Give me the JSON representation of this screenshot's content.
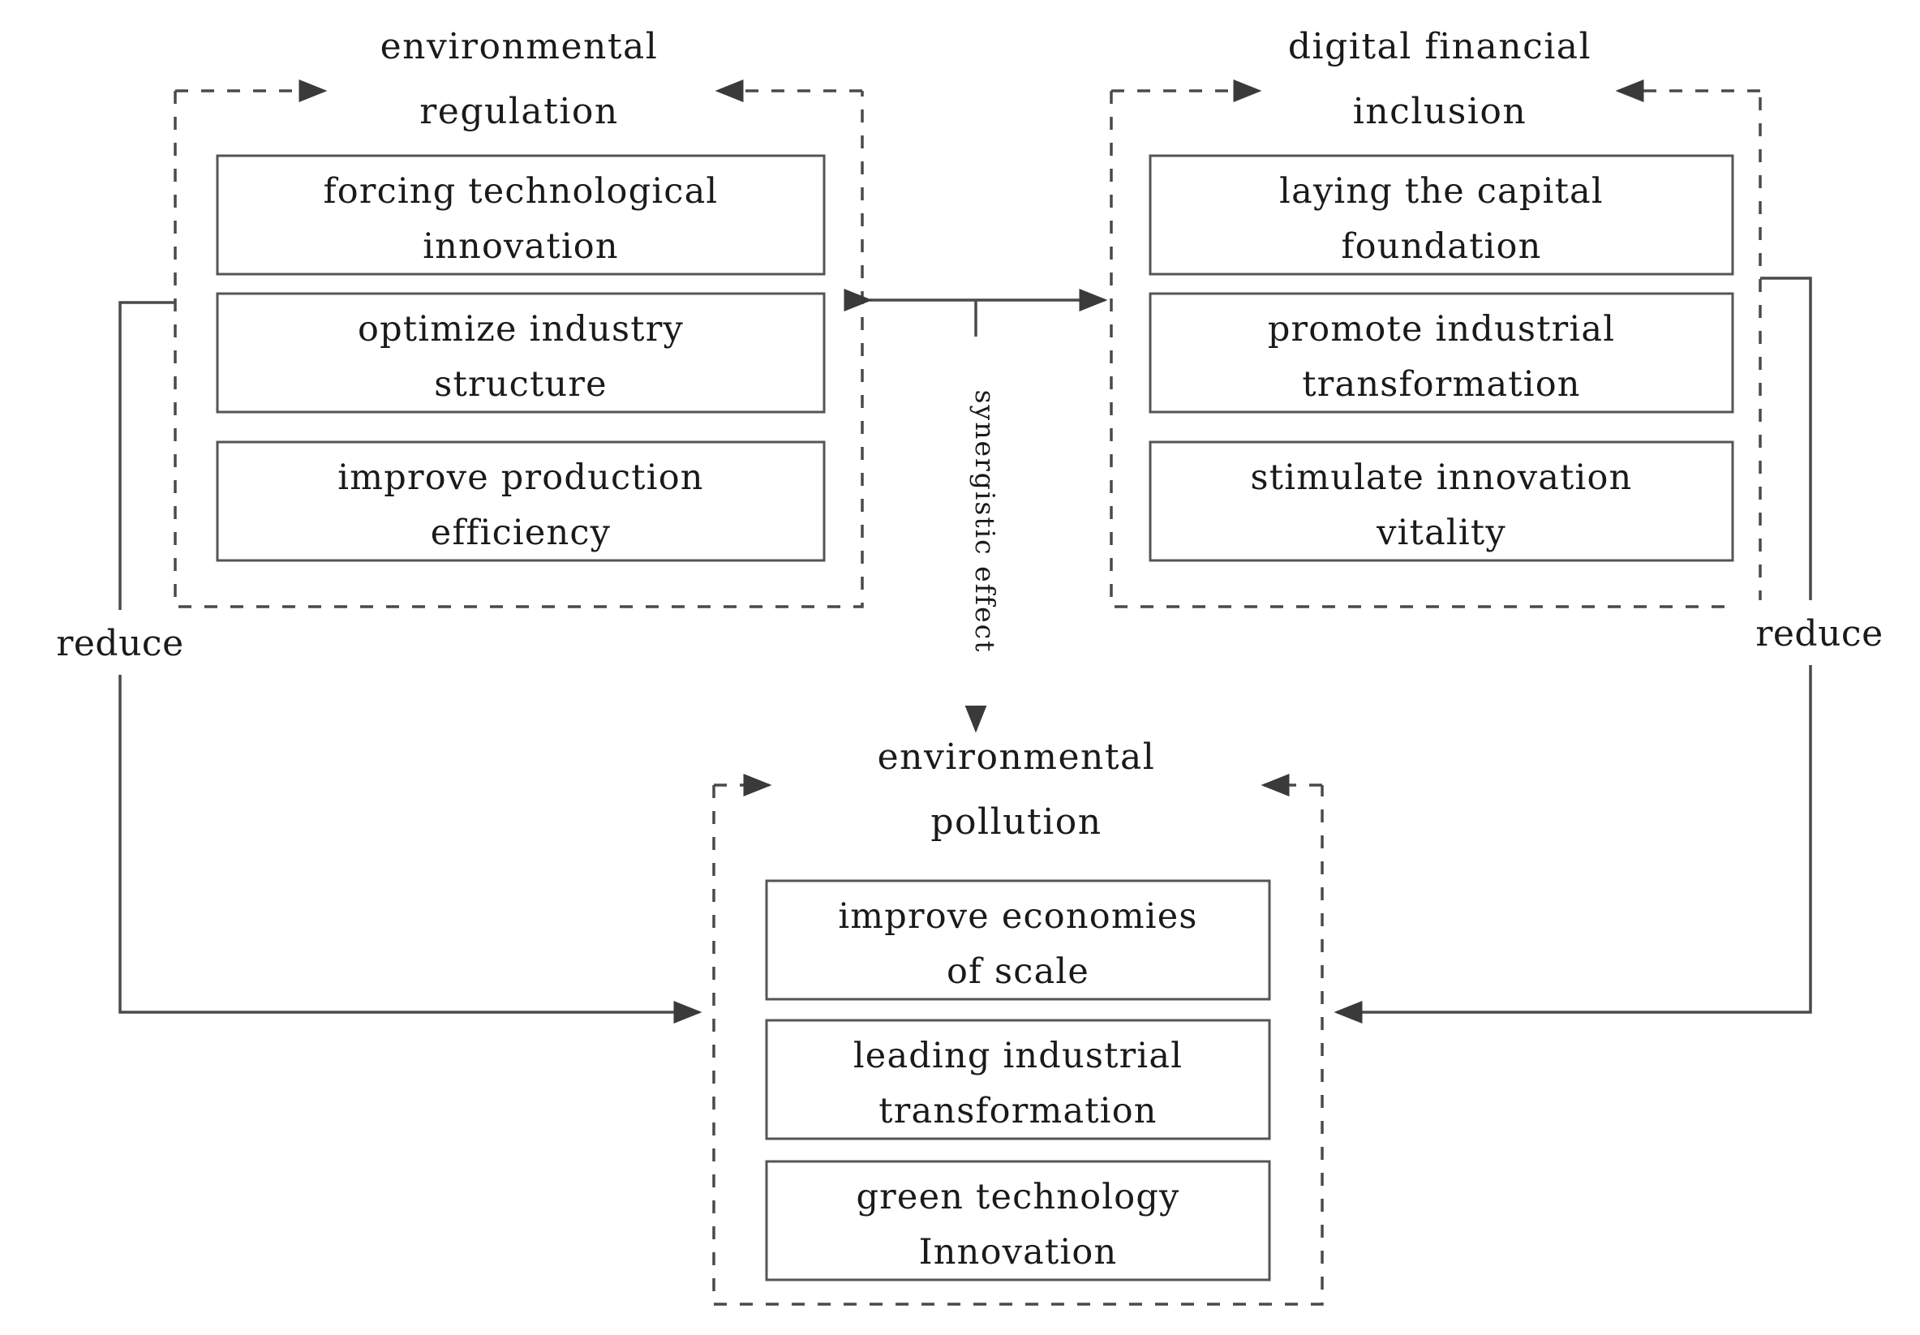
{
  "diagram": {
    "type": "conceptual-flow-diagram",
    "background_color": "#ffffff",
    "line_color": "#4a4a4a",
    "text_color": "#1a1a1a",
    "groups": [
      {
        "id": "environmental-regulation",
        "title_line1": "environmental",
        "title_line2": "regulation",
        "items": [
          {
            "line1": "forcing technological",
            "line2": "innovation"
          },
          {
            "line1": "optimize industry",
            "line2": "structure"
          },
          {
            "line1": "improve production",
            "line2": "efficiency"
          }
        ]
      },
      {
        "id": "digital-financial-inclusion",
        "title_line1": "digital financial",
        "title_line2": "inclusion",
        "items": [
          {
            "line1": "laying the capital",
            "line2": "foundation"
          },
          {
            "line1": "promote industrial",
            "line2": "transformation"
          },
          {
            "line1": "stimulate innovation",
            "line2": "vitality"
          }
        ]
      },
      {
        "id": "environmental-pollution",
        "title_line1": "environmental",
        "title_line2": "pollution",
        "items": [
          {
            "line1": "improve economies",
            "line2": "of scale"
          },
          {
            "line1": "leading industrial",
            "line2": "transformation"
          },
          {
            "line1": "green technology",
            "line2": "Innovation"
          }
        ]
      }
    ],
    "edges": {
      "left_reduce_label": "reduce",
      "right_reduce_label": "reduce",
      "center_label": "synergistic effect"
    }
  }
}
